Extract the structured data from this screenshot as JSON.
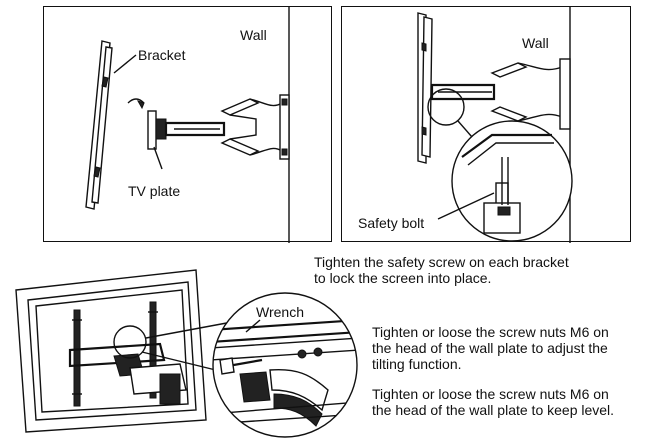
{
  "panel_a": {
    "label_bracket": "Bracket",
    "label_wall": "Wall",
    "label_tv_plate": "TV plate"
  },
  "panel_b": {
    "label_wall": "Wall",
    "label_safety_bolt": "Safety bolt"
  },
  "captions": {
    "safety_line1": "Tighten the safety screw on each bracket",
    "safety_line2": "to lock the screen into place.",
    "tilt_line1": "Tighten or loose the screw nuts M6 on",
    "tilt_line2": "the head of the wall plate to adjust the",
    "tilt_line3": "tilting function.",
    "level_line1": "Tighten or loose the screw nuts M6 on",
    "level_line2": "the head of the wall plate to keep level."
  },
  "detail": {
    "label_wrench": "Wrench"
  }
}
